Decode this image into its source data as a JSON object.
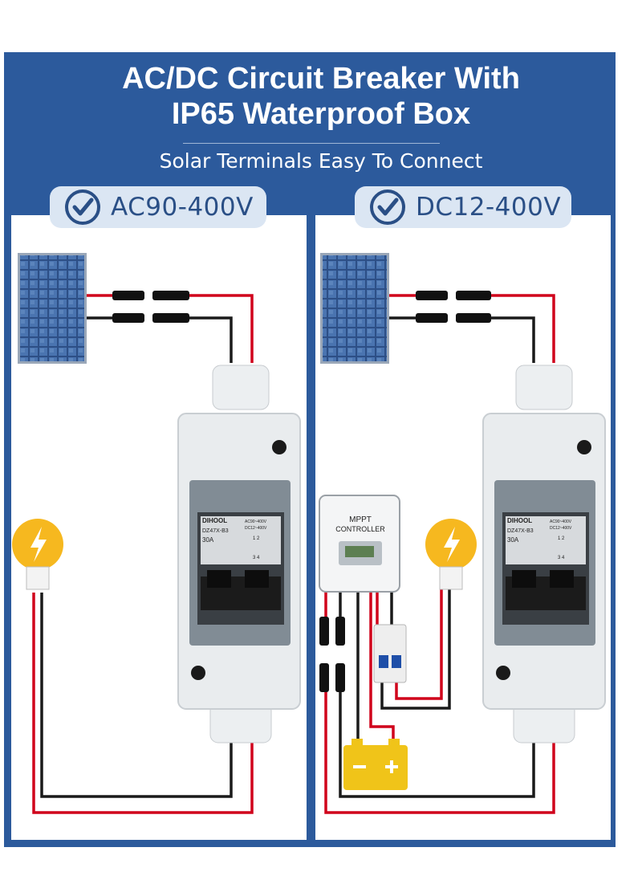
{
  "header": {
    "title_line1": "AC/DC Circuit Breaker With",
    "title_line2": "IP65 Waterproof Box",
    "subtitle": "Solar Terminals Easy To Connect"
  },
  "left_panel": {
    "voltage_label": "AC90-400V"
  },
  "right_panel": {
    "voltage_label": "DC12-400V"
  },
  "breaker": {
    "brand": "DIHOOL",
    "model": "DZ47X-B3",
    "rating_line1": "AC90~400V",
    "rating_line2": "DC12~400V",
    "current": "30A",
    "poles_top": "1  2",
    "poles_bottom": "3  4"
  },
  "controller": {
    "line1": "MPPT",
    "line2": "CONTROLLER"
  },
  "colors": {
    "accent": "#2c5a9c",
    "badge_bg": "#dbe6f3",
    "wire_red": "#d0021b",
    "wire_black": "#1a1a1a",
    "battery": "#f0c419",
    "bulb": "#f6b81f"
  },
  "icons": [
    "check-circle-icon",
    "solar-panel-icon",
    "lightning-bulb-icon",
    "battery-icon"
  ]
}
